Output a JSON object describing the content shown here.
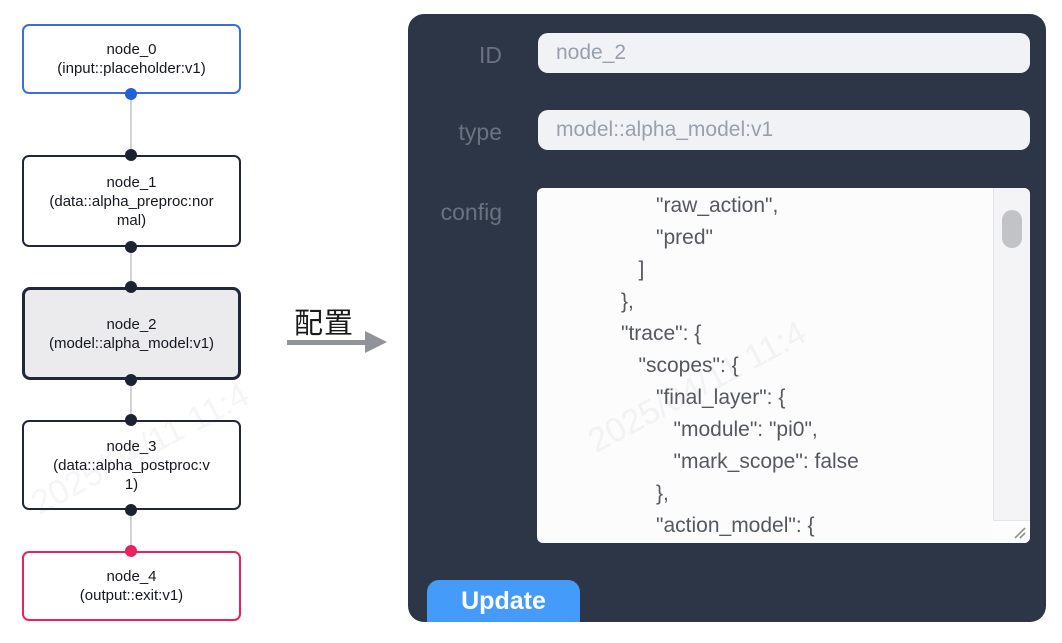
{
  "flow": {
    "nodes": [
      {
        "title": "node_0",
        "subtitle": "(input::placeholder:v1)",
        "variant": "input"
      },
      {
        "title": "node_1",
        "subtitle": "(data::alpha_preproc:normal)",
        "variant": "default"
      },
      {
        "title": "node_2",
        "subtitle": "(model::alpha_model:v1)",
        "variant": "selected"
      },
      {
        "title": "node_3",
        "subtitle": "(data::alpha_postproc:v1)",
        "variant": "default"
      },
      {
        "title": "node_4",
        "subtitle": "(output::exit:v1)",
        "variant": "output"
      }
    ]
  },
  "transition": {
    "label": "配置"
  },
  "panel": {
    "id_field": {
      "label": "ID",
      "value": "node_2"
    },
    "type_field": {
      "label": "type",
      "value": "model::alpha_model:v1"
    },
    "config_field": {
      "label": "config",
      "value": "                  \"raw_action\",\n                  \"pred\"\n               ]\n            },\n            \"trace\": {\n               \"scopes\": {\n                  \"final_layer\": {\n                     \"module\": \"pi0\",\n                     \"mark_scope\": false\n                  },\n                  \"action_model\": {"
    },
    "update_button": "Update"
  },
  "watermark": "2025/04/11 11:4",
  "colors": {
    "panel_bg": "#2d3646",
    "accent_blue": "#459bf9",
    "input_node_border": "#3a70d6",
    "output_node_border": "#e8215f",
    "node_border": "#20273a",
    "selected_node_bg": "#ebebed",
    "input_bg": "#f1f2f6"
  }
}
